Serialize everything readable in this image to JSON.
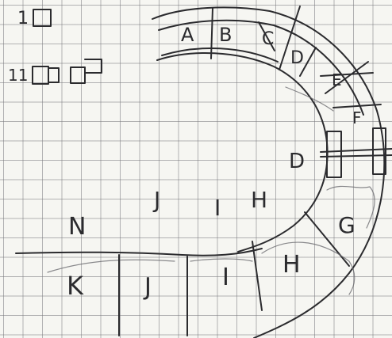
{
  "legend": {
    "row1_count": "1",
    "row2_count": "11"
  },
  "regions": {
    "a": "A",
    "b": "B",
    "c": "C",
    "d": "D",
    "e": "E",
    "f": "F",
    "g": "G",
    "h_lower": "H",
    "h_upper": "H",
    "i_lower": "I",
    "i_upper": "I",
    "j_lower": "J",
    "j_upper": "J",
    "k": "K",
    "n": "N",
    "d_inner": "D"
  }
}
